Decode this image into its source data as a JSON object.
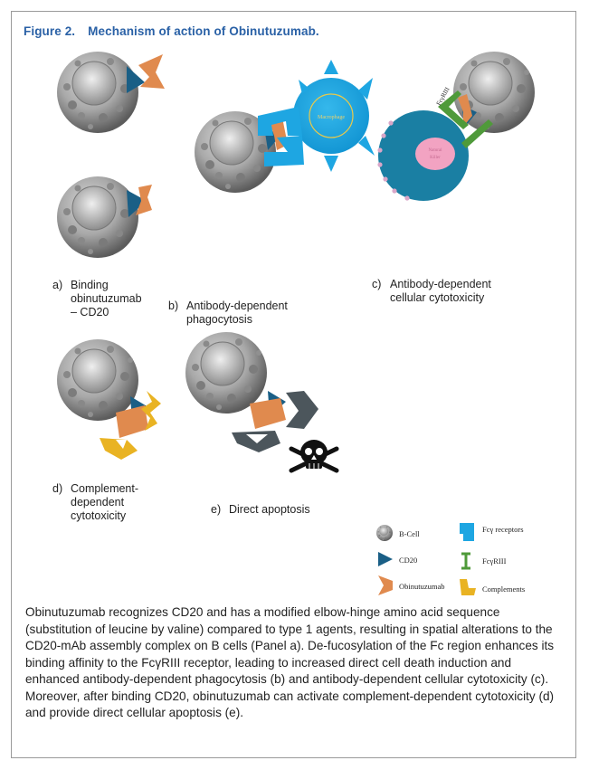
{
  "figure": {
    "number": "Figure 2.",
    "title": "Mechanism of action of Obinutuzumab."
  },
  "panels": {
    "a": {
      "letter": "a)",
      "caption": "Binding\nobinutuzumab\n– CD20"
    },
    "b": {
      "letter": "b)",
      "caption": "Antibody-dependent\nphagocytosis",
      "cell_label": "Macrophage"
    },
    "c": {
      "letter": "c)",
      "caption": "Antibody-dependent\ncellular cytotoxicity",
      "receptor_label": "FcγRIII",
      "cell_label": "Natural\nKiller"
    },
    "d": {
      "letter": "d)",
      "caption": "Complement-\ndependent\ncytotoxicity"
    },
    "e": {
      "letter": "e)",
      "caption": "Direct apoptosis"
    }
  },
  "legend": {
    "b_cell": "B-Cell",
    "cd20": "CD20",
    "obinutuzumab": "Obinutuzumab",
    "fc_receptors": "Fcγ receptors",
    "fcgriii": "FcγRIII",
    "complements": "Complements"
  },
  "colors": {
    "title": "#2a61a6",
    "cd20": "#1a5f86",
    "obinutuzumab": "#e08a4e",
    "fc_receptor": "#1ea6e2",
    "fcgriii": "#4f9a3a",
    "complement": "#e9b323",
    "nk_cell": "#1a7fa3",
    "nk_nucleus": "#f2a3c2",
    "apoptosis_antibody": "#4c565c"
  },
  "body_text": "Obinutuzumab recognizes CD20 and has a modified elbow-hinge amino acid sequence (substitution of leucine by valine) compared to type 1 agents, resulting in spatial alterations to the CD20-mAb assembly complex on B cells (Panel a). De-fucosylation of the Fc region enhances its binding affinity to the FcγRIII receptor, leading to increased direct cell death induction and enhanced antibody-dependent phagocytosis (b) and antibody-dependent cellular cytotoxicity (c). Moreover, after binding CD20, obinutuzumab can activate complement-dependent cytotoxicity (d) and provide direct cellular apoptosis (e)."
}
